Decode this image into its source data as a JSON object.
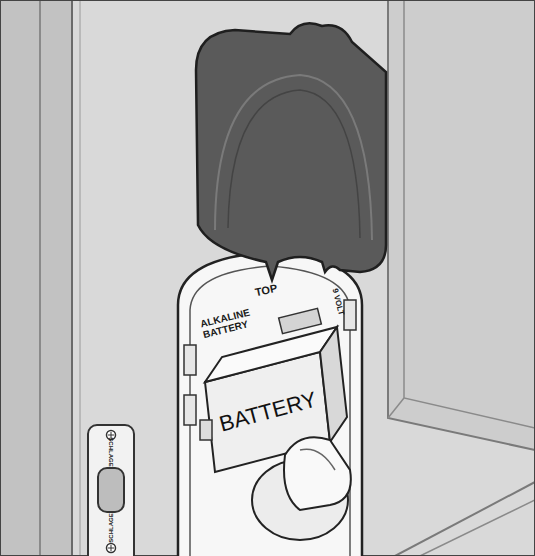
{
  "diagram": {
    "nodes": [
      {
        "text": [
          "BATTERY"
        ]
      }
    ],
    "labels": [
      "TOP",
      "ALKALINE BATTERY",
      "9 VOLT",
      "SCHLAGE",
      "SCHLAGE"
    ]
  }
}
